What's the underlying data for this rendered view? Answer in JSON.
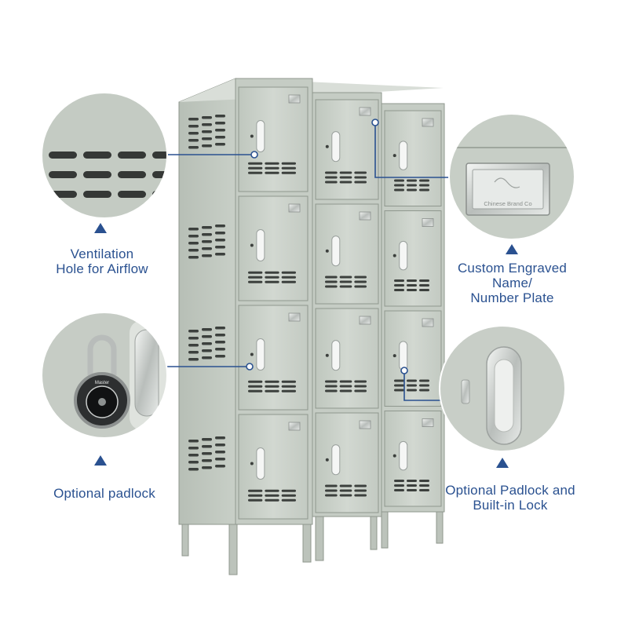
{
  "callouts": {
    "ventilation": {
      "line1": "Ventilation",
      "line2": "Hole for Airflow"
    },
    "nameplate": {
      "line1": "Custom Engraved",
      "line2": "Name/",
      "line3": "Number Plate",
      "plate_text": "Chinese Brand Co"
    },
    "padlock": {
      "line1": "Optional padlock",
      "padlock_brand": "Master"
    },
    "builtin_lock": {
      "line1": "Optional Padlock and",
      "line2": "Built-in Lock"
    }
  },
  "locker": {
    "columns": 3,
    "rows": 4
  },
  "colors": {
    "label": "#2a5190",
    "cabinet": "#c9d0c8",
    "cabinet_dark": "#a9b1a8",
    "vent": "#3c403d",
    "leader": "#2a5190"
  },
  "icons": [
    "triangle-up-icon",
    "padlock-icon",
    "built-in-lock-icon",
    "nameplate-icon",
    "vent-slot-icon"
  ]
}
